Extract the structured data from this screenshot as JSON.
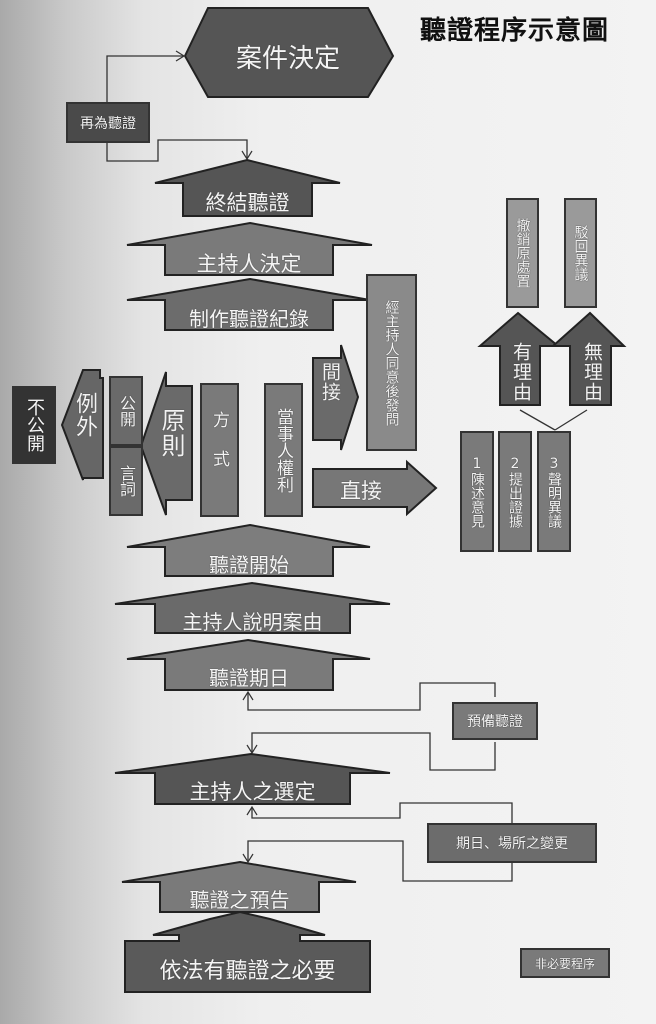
{
  "title": "聽證程序示意圖",
  "colors": {
    "dark_fill": "#4a4a4a",
    "mid_fill": "#6e6e6e",
    "light_fill": "#8c8c8c",
    "lighter_fill": "#a5a5a5",
    "stroke": "#222222",
    "text": "#f4f4f4"
  },
  "main_flow": [
    {
      "id": "case-decision",
      "label": "案件決定",
      "shape": "hexagon"
    },
    {
      "id": "end-hearing",
      "label": "終結聽證",
      "shape": "up-arrow"
    },
    {
      "id": "presiding-decision",
      "label": "主持人決定",
      "shape": "up-arrow"
    },
    {
      "id": "hearing-record",
      "label": "制作聽證紀錄",
      "shape": "up-arrow"
    },
    {
      "id": "hearing-start",
      "label": "聽證開始",
      "shape": "up-arrow"
    },
    {
      "id": "explain-case",
      "label": "主持人說明案由",
      "shape": "up-arrow"
    },
    {
      "id": "hearing-date",
      "label": "聽證期日",
      "shape": "up-arrow"
    },
    {
      "id": "select-presiding",
      "label": "主持人之選定",
      "shape": "up-arrow"
    },
    {
      "id": "hearing-notice",
      "label": "聽證之預告",
      "shape": "up-arrow"
    },
    {
      "id": "legal-necessity",
      "label": "依法有聽證之必要",
      "shape": "up-arrow-base"
    }
  ],
  "side_boxes": {
    "rehearing": "再為聽證",
    "prep_hearing": "預備聽證",
    "change_date_place": "期日、場所之變更",
    "non_required": "非必要程序"
  },
  "principle_section": {
    "not_public": "不公開",
    "exception": "例外",
    "public": "公開",
    "speech": "言詞",
    "principle": "原則",
    "method": "方式",
    "party_rights": "當事人權利",
    "indirect": "間接",
    "direct": "直接",
    "ask_with_consent": "經主持人同意後發問"
  },
  "objection_section": {
    "steps": [
      "1陳述意見",
      "2提出證據",
      "3聲明異議"
    ],
    "with_reason": "有理由",
    "without_reason": "無理由",
    "revoke": "撤銷原處置",
    "reject": "駁回異議"
  }
}
